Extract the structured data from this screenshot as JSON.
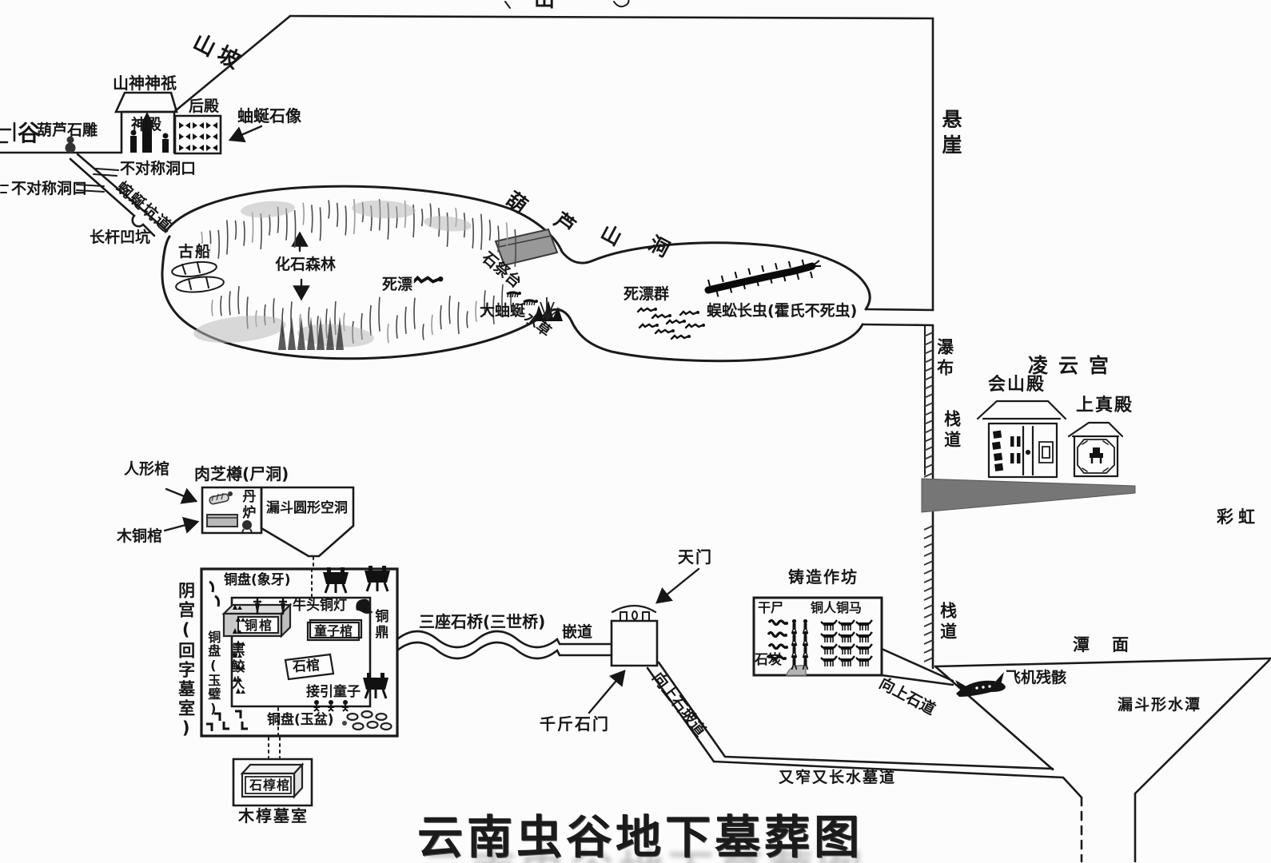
{
  "map": {
    "title": "云南虫谷地下墓葬图",
    "top_edge_fragment": "山",
    "left_edge_fragment": "谷"
  },
  "colors": {
    "ink": "#1a1a1a",
    "paper": "#fcfcfc",
    "stone_gray": "#989898",
    "ledge_gray": "#767676",
    "metal_gray": "#c9c9c9",
    "arch_gray": "#9c9c9c"
  },
  "labels": {
    "slope": "山坡",
    "shrine_caption": "山神神祇",
    "main_hall": "神殿",
    "rear_hall": "后殿",
    "statue_note": "蚰蜒石像",
    "gourd_carving": "葫芦石雕",
    "opening_right": "不对称洞口",
    "opening_left": "不对称洞口",
    "winding_tunnel": "蜿蜒坑道",
    "pole_pit": "长杆凹坑",
    "ancient_boat": "古船",
    "fossil_forest": "化石森林",
    "dead_float": "死漂",
    "stone_altar": "石祭台",
    "big_centipede": "大蚰蜒",
    "water_weed": "水草",
    "cave_chars": [
      "葫",
      "芦",
      "山",
      "洞"
    ],
    "dead_float_group": "死漂群",
    "immortal_worm": "蜈蚣长虫(霍氏不死虫)",
    "cliff": "悬崖",
    "waterfall": "瀑布",
    "plank_road_upper": "栈道",
    "plank_road_lower": "栈道",
    "palace": "凌云宫",
    "hall_left": "会山殿",
    "hall_right": "上真殿",
    "rainbow": "彩虹",
    "human_coffin": "人形棺",
    "flesh_cave": "肉芝樽(尸洞)",
    "alchemy_furnace": "丹炉",
    "funnel_cavity": "漏斗圆形空洞",
    "wood_bronze_coffin": "木铜棺",
    "yin_palace": "阴宫(回字墓室)",
    "plate_ivory": "铜盘(象牙)",
    "ox_head_lamp": "牛头铜灯",
    "bronze_coffin": "铜棺",
    "child_coffin": "童子棺",
    "plate_jade_bi": "铜盘(玉璧)",
    "black_merman": "黑鲛人",
    "stone_coffin": "石棺",
    "guide_children": "接引童子",
    "plate_jade_basin": "铜盘(玉盆)",
    "bronze_ding": "铜鼎",
    "three_bridges": "三座石桥(三世桥)",
    "inlaid_road": "嵌道",
    "heaven_gate": "天门",
    "thousand_jin_door": "千斤石门",
    "up_stone_slope": "向上石坡道",
    "foundry": "铸造作坊",
    "dried_corpse": "干尸",
    "bronze_men_horses": "铜人铜马",
    "coal": "石炭",
    "up_stone_road": "向上石道",
    "plane_wreck": "飞机残骸",
    "pool_surface": "潭面",
    "funnel_pool": "漏斗形水潭",
    "water_corridor": "又窄又长水墓道",
    "stone_outer_coffin": "石椁棺",
    "wood_chamber": "木椁墓室"
  }
}
